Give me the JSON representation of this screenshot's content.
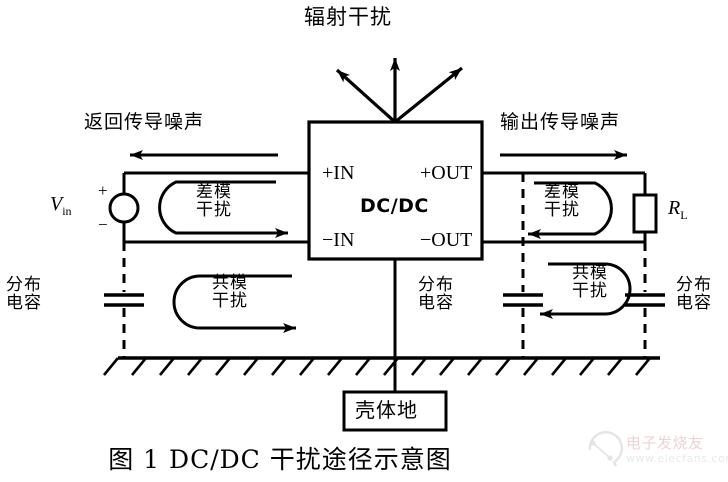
{
  "figure": {
    "caption": "图 1  DC/DC 干扰途径示意图",
    "block_label": "DC/DC",
    "ports": {
      "plus_in": "+IN",
      "minus_in": "−IN",
      "plus_out": "+OUT",
      "minus_out": "−OUT"
    },
    "labels": {
      "radiated_noise": "辐射干扰",
      "return_conducted_noise": "返回传导噪声",
      "output_conducted_noise": "输出传导噪声",
      "diff_mode_input": "差模\n干扰",
      "diff_mode_output": "差模\n干扰",
      "common_mode_input": "共模\n干扰",
      "common_mode_output": "共模\n干扰",
      "distributed_cap_left": "分布\n电容",
      "distributed_cap_center": "分布\n电容",
      "distributed_cap_right": "分布\n电容",
      "chassis_ground": "壳体地"
    },
    "source": {
      "name": "V",
      "subscript": "in",
      "plus": "+",
      "minus": "−"
    },
    "load": {
      "name": "R",
      "subscript": "L"
    },
    "colors": {
      "line": "#000000",
      "background": "#ffffff",
      "watermark_text": "#b03a3a",
      "watermark_url": "#9a9a9a"
    }
  },
  "watermark": {
    "brand": "电子发烧友",
    "url": "www.elecfans.com"
  }
}
